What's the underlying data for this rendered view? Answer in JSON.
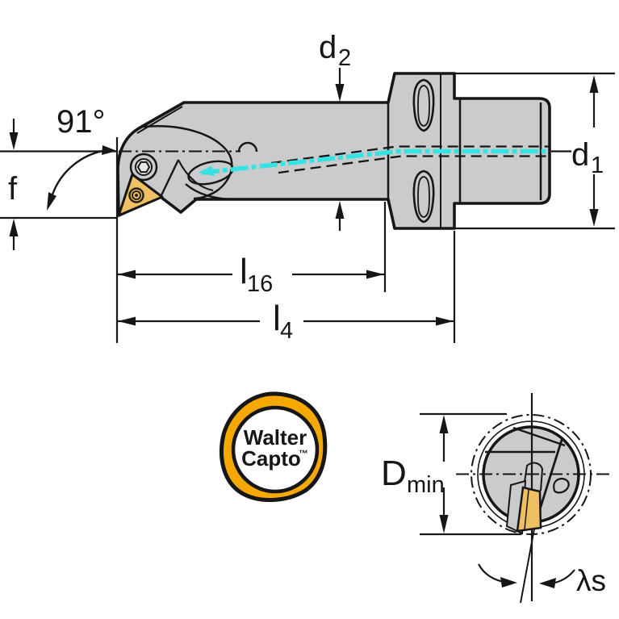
{
  "colors": {
    "ink": "#161616",
    "body_gray": "#CACBCC",
    "insert_gold": "#EEC061",
    "brand_yellow": "#F5A800",
    "coolant_cyan": "#35E3E4",
    "paper": "#FFFFFF"
  },
  "main_view": {
    "labels": {
      "angle": "91°",
      "f": "f",
      "d2_base": "d",
      "d2_sub": "2",
      "d1_base": "d",
      "d1_sub": "1",
      "l16_base": "l",
      "l16_sub": "16",
      "l4_base": "l",
      "l4_sub": "4"
    }
  },
  "detail_view": {
    "labels": {
      "dmin_base": "D",
      "dmin_sub": "min",
      "lambda_s": "λs"
    }
  },
  "logo": {
    "line1": "Walter",
    "line2": "Capto",
    "tm": "™"
  }
}
